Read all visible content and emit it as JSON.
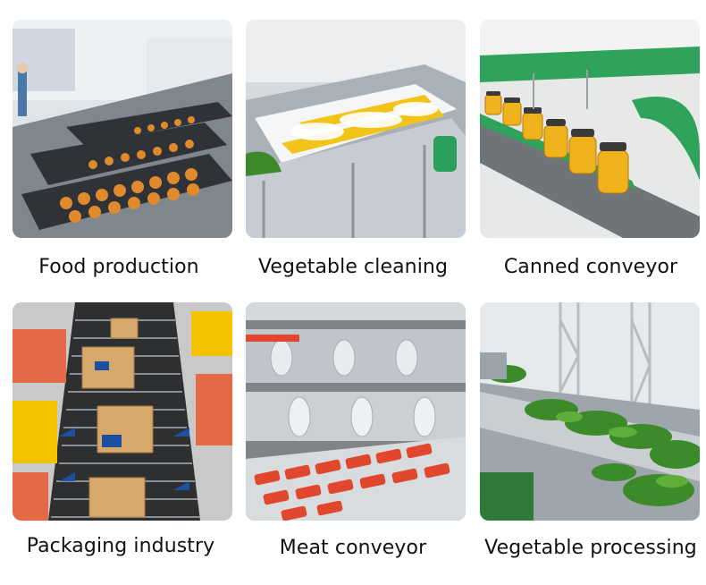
{
  "tiles": [
    {
      "caption": "Food production"
    },
    {
      "caption": "Vegetable cleaning"
    },
    {
      "caption": "Canned conveyor"
    },
    {
      "caption": "Packaging industry"
    },
    {
      "caption": "Meat conveyor"
    },
    {
      "caption": "Vegetable processing"
    }
  ],
  "colors": {
    "steel": "#b9bec4",
    "belt_green": "#2fa35c",
    "food_orange": "#e08a2c",
    "jar_yellow": "#f0b21c",
    "meat_red": "#e0472c",
    "leaf_green": "#3c8a2a",
    "pad_yellow": "#f3c300"
  }
}
